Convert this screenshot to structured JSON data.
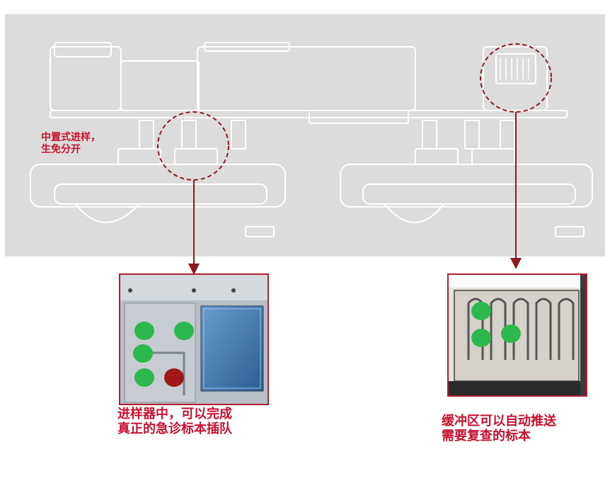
{
  "annotations": {
    "center_sampling": "中置式进样，\n生免分开",
    "sampler_caption_line1": "进样器中，可以完成",
    "sampler_caption_line2": "真正的急诊标本插队",
    "buffer_caption_line1": "缓冲区可以自动推送",
    "buffer_caption_line2": "需要复查的标本"
  },
  "colors": {
    "accent_red": "#c8102e",
    "callout_circle": "#8b1a1a",
    "dot_green": "#2db84d",
    "dot_red": "#a01818",
    "panel_bg": "#dcdcdc"
  },
  "sampler_dots": [
    {
      "color": "green"
    },
    {
      "color": "green"
    },
    {
      "color": "green"
    },
    {
      "color": "green"
    },
    {
      "color": "red"
    }
  ],
  "buffer_dots": [
    {
      "color": "green"
    },
    {
      "color": "green"
    },
    {
      "color": "green"
    }
  ]
}
